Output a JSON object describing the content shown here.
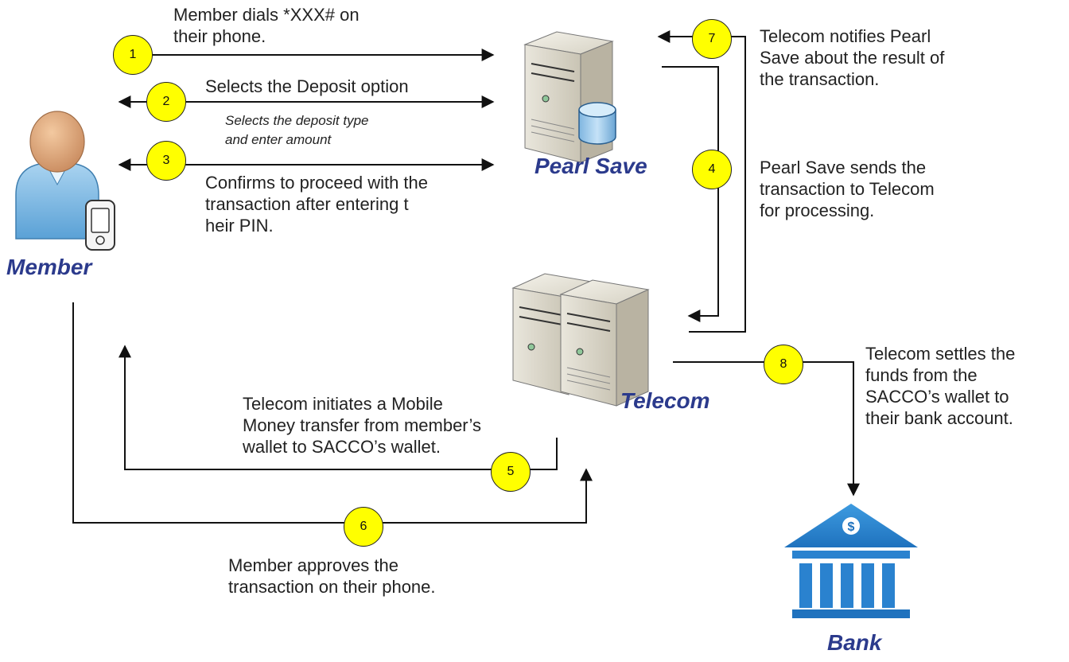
{
  "actors": {
    "member": "Member",
    "pearl_save": "Pearl Save",
    "telecom": "Telecom",
    "bank": "Bank"
  },
  "steps": [
    {
      "num": "1",
      "text": "Member dials *XXX# on\ntheir phone."
    },
    {
      "num": "2",
      "text": "Selects the Deposit option",
      "subtext": "Selects the deposit type\nand enter amount"
    },
    {
      "num": "3",
      "text": "Confirms to proceed with the\ntransaction after entering t\nheir PIN."
    },
    {
      "num": "4",
      "text": "Pearl Save sends the\ntransaction to Telecom\nfor processing."
    },
    {
      "num": "5",
      "text": "Telecom initiates a Mobile\nMoney transfer from member’s\nwallet to SACCO’s wallet."
    },
    {
      "num": "6",
      "text": "Member approves the\ntransaction on their phone."
    },
    {
      "num": "7",
      "text": "Telecom notifies Pearl\nSave about the result of\nthe transaction."
    },
    {
      "num": "8",
      "text": "Telecom settles the\nfunds from the\nSACCO’s wallet to\ntheir bank account."
    }
  ],
  "colors": {
    "label": "#2b3a8c",
    "badge": "#ffff00",
    "line": "#111111",
    "bank": "#2a8ad6"
  },
  "icons": [
    "member-person-icon",
    "phone-icon",
    "pearl-save-server-icon",
    "database-icon",
    "telecom-servers-icon",
    "bank-icon",
    "dollar-icon"
  ]
}
